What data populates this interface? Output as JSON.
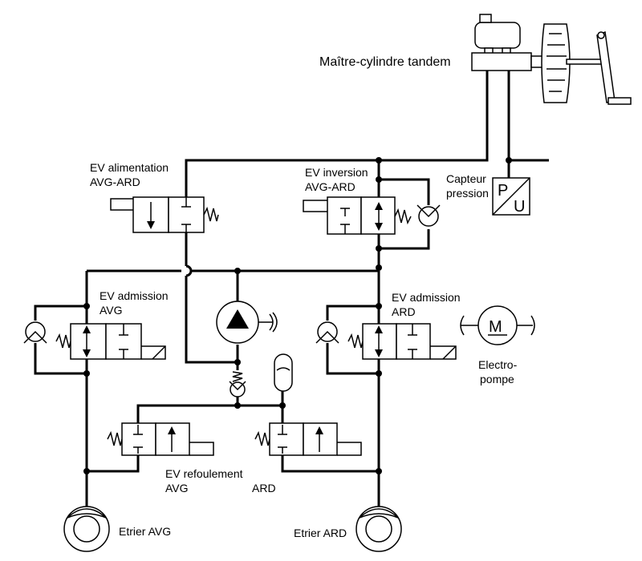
{
  "labels": {
    "master_cylinder": "Maître-cylindre tandem",
    "ev_alim_1": "EV alimentation",
    "ev_alim_2": "AVG-ARD",
    "ev_inv_1": "EV inversion",
    "ev_inv_2": "AVG-ARD",
    "capteur_1": "Capteur",
    "capteur_2": "pression",
    "pu_p": "P",
    "pu_u": "U",
    "ev_adm_avg_1": "EV admission",
    "ev_adm_avg_2": "AVG",
    "ev_adm_ard_1": "EV admission",
    "ev_adm_ard_2": "ARD",
    "motor": "M",
    "electro_1": "Electro-",
    "electro_2": "pompe",
    "ev_ref_1": "EV refoulement",
    "ev_ref_avg": "AVG",
    "ev_ref_ard": "ARD",
    "etrier_avg": "Etrier AVG",
    "etrier_ard": "Etrier ARD"
  }
}
